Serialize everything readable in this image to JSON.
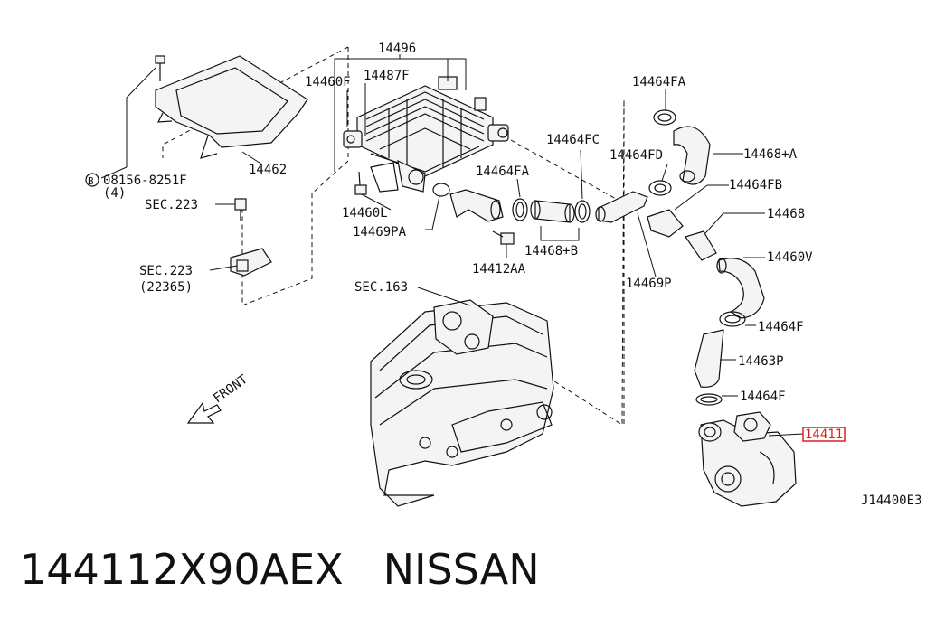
{
  "diagram": {
    "drawing_code": "J14400E3",
    "front_label": "FRONT",
    "highlight_color": "#e02020",
    "labels": {
      "p14496": "14496",
      "p14487F": "14487F",
      "p14460F": "14460F",
      "p14462": "14462",
      "bolt_circle": "B",
      "bolt": "08156-8251F",
      "bolt_qty": "(4)",
      "sec223_a": "SEC.223",
      "sec223_b": "SEC.223",
      "sec223_b_sub": "(22365)",
      "p14460L": "14460L",
      "p14469PA": "14469PA",
      "p14464FA_mid": "14464FA",
      "p14464FC": "14464FC",
      "p14468B": "14468+B",
      "p14412AA": "14412AA",
      "p14464FA_top": "14464FA",
      "p14464FD": "14464FD",
      "p14468A": "14468+A",
      "p14464FB": "14464FB",
      "p14468": "14468",
      "p14460V": "14460V",
      "p14469P": "14469P",
      "sec163": "SEC.163",
      "p14464F_a": "14464F",
      "p14463P": "14463P",
      "p14464F_b": "14464F",
      "p14411": "14411"
    }
  },
  "footer": {
    "part_number": "144112X90AEX",
    "brand": "NISSAN"
  }
}
